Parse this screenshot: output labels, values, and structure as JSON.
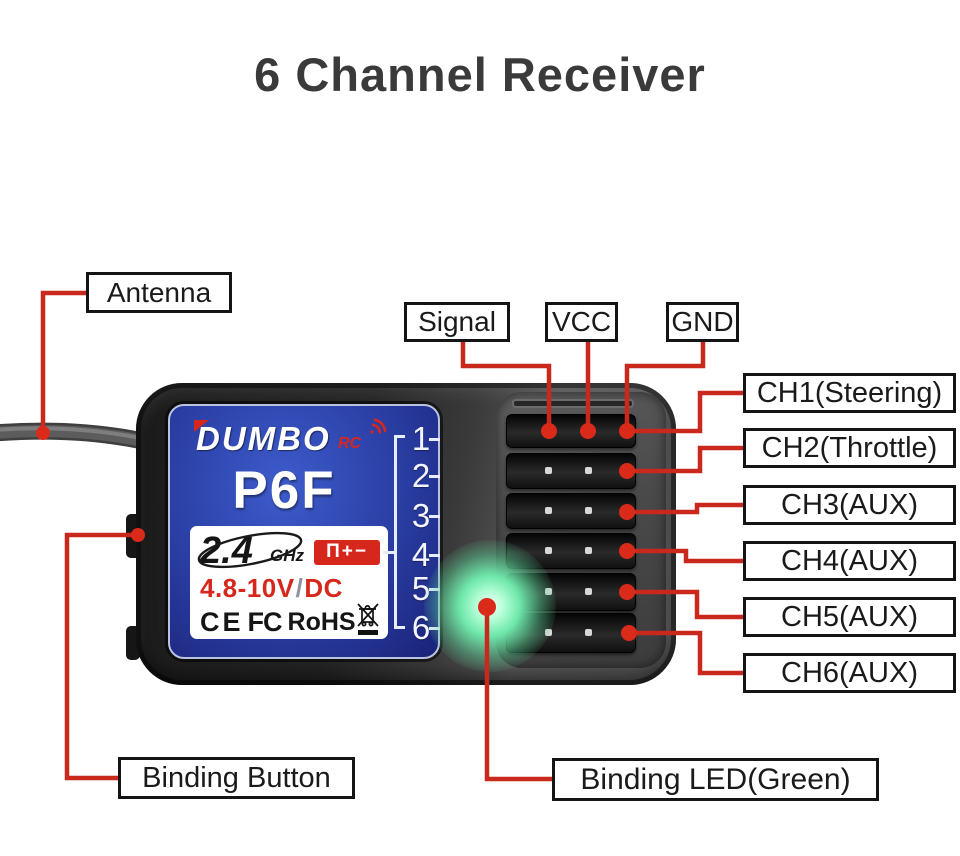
{
  "title": "6 Channel Receiver",
  "callouts": {
    "antenna": "Antenna",
    "signal": "Signal",
    "vcc": "VCC",
    "gnd": "GND",
    "binding_button": "Binding Button",
    "binding_led": "Binding LED(Green)",
    "channels": [
      "CH1(Steering)",
      "CH2(Throttle)",
      "CH3(AUX)",
      "CH4(AUX)",
      "CH5(AUX)",
      "CH6(AUX)"
    ]
  },
  "device": {
    "brand": "DUMBO",
    "brand_suffix": "RC",
    "model": "P6F",
    "frequency": "2.4",
    "frequency_unit": "GHz",
    "power_badge": "П+−",
    "voltage_range": "4.8-10V",
    "voltage_separator": "/",
    "voltage_type": "DC",
    "cert_ce": "CE",
    "cert_fcc": "FC",
    "cert_rohs": "RoHS",
    "pins": [
      "1",
      "2",
      "3",
      "4",
      "5",
      "6"
    ]
  },
  "colors": {
    "line_red": "#c9291d",
    "dot_red": "#da2a1a",
    "led_green": "#6fe8ab",
    "label_blue": "#2c41a8",
    "badge_red": "#d6271c"
  }
}
